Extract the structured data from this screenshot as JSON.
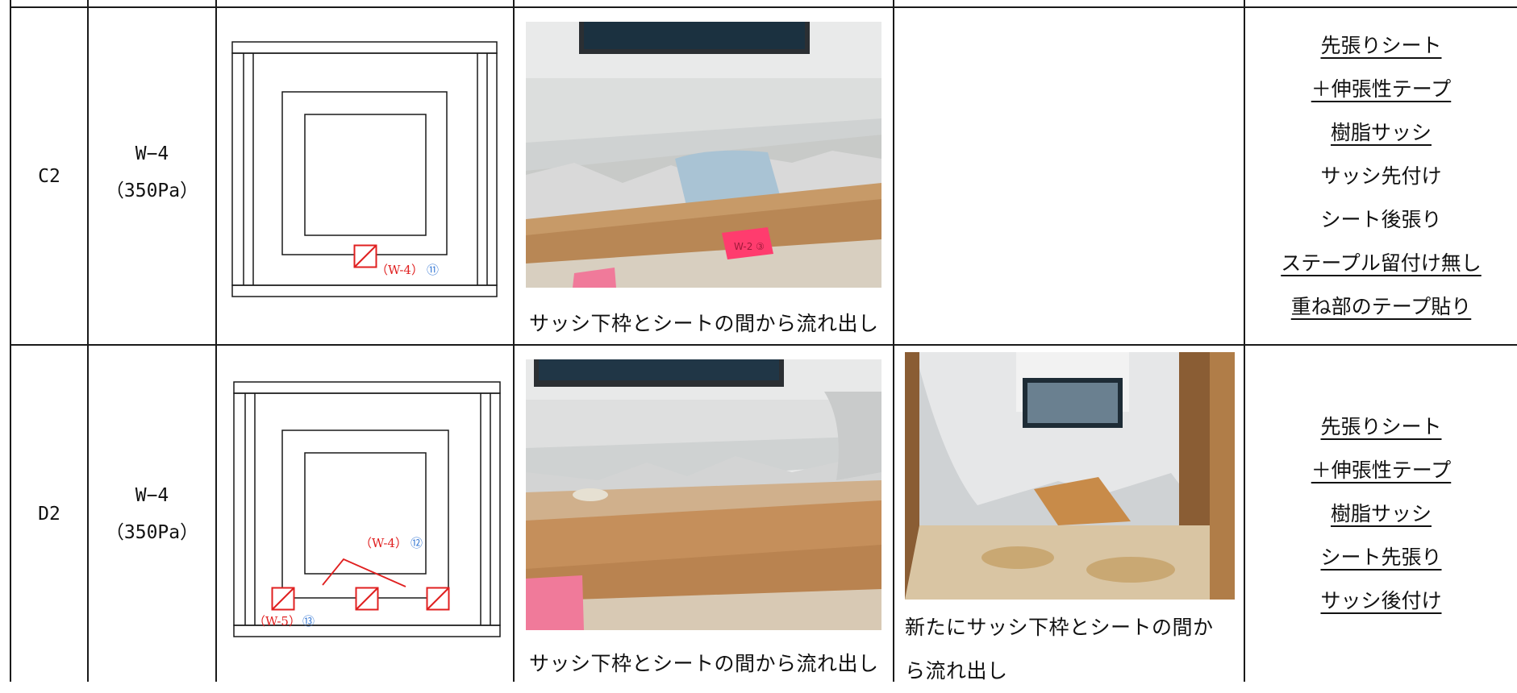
{
  "rows": [
    {
      "id": "C2",
      "level_line1": "W−4",
      "level_line2": "（350Pa）",
      "diagram_labels": [
        {
          "text": "（W-4）",
          "circled": "⑪"
        }
      ],
      "photo1_caption": "サッシ下枠とシートの間から流れ出し",
      "photo2_caption_line1": "",
      "photo2_caption_line2": "",
      "notes": [
        {
          "text": "先張りシート",
          "underline": true
        },
        {
          "text": "＋伸張性テープ",
          "underline": true
        },
        {
          "text": "樹脂サッシ",
          "underline": true
        },
        {
          "text": "サッシ先付け",
          "underline": false
        },
        {
          "text": "シート後張り",
          "underline": false
        },
        {
          "text": "ステープル留付け無し",
          "underline": true
        },
        {
          "text": "重ね部のテープ貼り",
          "underline": true
        }
      ],
      "photo1_tag": "W-2 ③"
    },
    {
      "id": "D2",
      "level_line1": "W−4",
      "level_line2": "（350Pa）",
      "diagram_labels": [
        {
          "text": "（W-4）",
          "circled": "⑫"
        },
        {
          "text": "（W-5）",
          "circled": "⑬"
        }
      ],
      "photo1_caption": "サッシ下枠とシートの間から流れ出し",
      "photo2_caption_line1": "新たにサッシ下枠とシートの間か",
      "photo2_caption_line2": "ら流れ出し",
      "notes": [
        {
          "text": "先張りシート",
          "underline": true
        },
        {
          "text": "＋伸張性テープ",
          "underline": true
        },
        {
          "text": "樹脂サッシ",
          "underline": true
        },
        {
          "text": "シート先張り",
          "underline": true
        },
        {
          "text": "サッシ後付け",
          "underline": true
        }
      ]
    }
  ],
  "colors": {
    "grid": "#1a1a1a",
    "marker_red": "#e02020",
    "circled_blue": "#3a7bd5"
  }
}
